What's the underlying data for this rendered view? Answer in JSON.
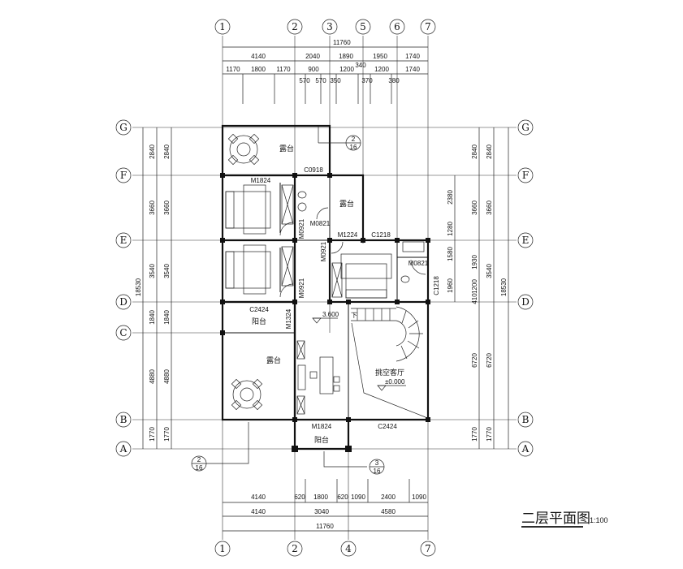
{
  "title": {
    "text": "二层平面图",
    "scale": "1:100"
  },
  "axes": {
    "top": [
      "1",
      "2",
      "3",
      "5",
      "6",
      "7"
    ],
    "bottom": [
      "1",
      "2",
      "4",
      "7"
    ],
    "rows": [
      "G",
      "F",
      "E",
      "D",
      "C",
      "B",
      "A"
    ]
  },
  "dims_top": {
    "total": "11760",
    "row1": [
      "4140",
      "2040",
      "1890",
      "1950",
      "1740"
    ],
    "row2": [
      "1170",
      "1800",
      "1170",
      "900",
      "1200",
      "1200",
      "1740"
    ],
    "small": [
      "570",
      "570",
      "350",
      "340",
      "370",
      "380"
    ]
  },
  "dims_bottom": {
    "row1": [
      "4140",
      "620",
      "1800",
      "620",
      "1090",
      "2400",
      "1090"
    ],
    "row2": [
      "4140",
      "3040",
      "4580"
    ],
    "total": "11760"
  },
  "dims_left": {
    "col1": [
      "2840",
      "3660",
      "3540",
      "1840",
      "4880",
      "1770"
    ],
    "col2": [
      "2840",
      "3660",
      "3540",
      "1840",
      "4880",
      "1770"
    ],
    "total": "18530"
  },
  "dims_right": {
    "inner": [
      "2380",
      "1280",
      "1580",
      "1960"
    ],
    "mid": [
      "1930",
      "1200",
      "410"
    ],
    "col1": [
      "2840",
      "3660",
      "6720",
      "1770"
    ],
    "col2": [
      "2840",
      "3660",
      "3540",
      "6720",
      "1770"
    ],
    "total": "18530"
  },
  "rooms": {
    "terrace_top": "露台",
    "terrace_small": "露台",
    "balcony_left": "阳台",
    "terrace_left": "露台",
    "void_living": "挑空客厅",
    "balcony_bottom": "阳台"
  },
  "tags": {
    "c0918": "C0918",
    "m1824_top": "M1824",
    "m0821_a": "M0821",
    "m0921_a": "M0921",
    "m1224": "M1224",
    "c1218_top": "C1218",
    "m0921_b": "M0921",
    "m0821_b": "M0821",
    "c1218_right": "C1218",
    "m0921_c": "M0921",
    "c2424_top": "C2424",
    "m1324": "M1324",
    "m1824_bottom": "M1824",
    "c2424_bottom": "C2424",
    "stair_down": "下"
  },
  "elevations": {
    "floor": "3.600",
    "living": "±0.000"
  },
  "callouts": [
    {
      "num": "2",
      "sheet": "16"
    },
    {
      "num": "2",
      "sheet": "16"
    },
    {
      "num": "3",
      "sheet": "16"
    }
  ]
}
